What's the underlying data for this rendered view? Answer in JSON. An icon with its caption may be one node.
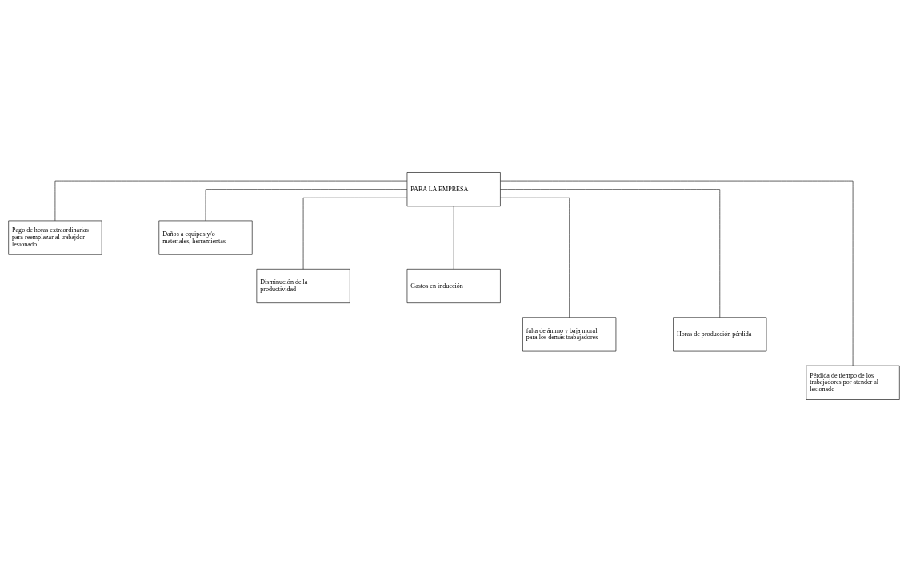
{
  "diagram": {
    "nodes": [
      {
        "text": [
          "PARA LA EMPRESA"
        ]
      },
      {
        "text": [
          "Pago de horas extraordinarias para reemplazar al trabajdor lesionado"
        ]
      },
      {
        "text": [
          "Daños a equipos y/o materiales, herramientas"
        ]
      },
      {
        "text": [
          "Disminución de la productividad"
        ]
      },
      {
        "text": [
          "Gastos en inducción"
        ]
      },
      {
        "text": [
          "falta de ánimo y baja moral para los demás trabajadores"
        ]
      },
      {
        "text": [
          "Horas de producción pérdida"
        ]
      },
      {
        "text": [
          "Pérdida de tiempo de los trabajadores por atender al lesionado"
        ]
      }
    ],
    "edges": [
      {
        "from": 0,
        "to": 1,
        "arrow": "none"
      },
      {
        "from": 0,
        "to": 2,
        "arrow": "none"
      },
      {
        "from": 0,
        "to": 3,
        "arrow": "none"
      },
      {
        "from": 0,
        "to": 4,
        "arrow": "none"
      },
      {
        "from": 0,
        "to": 5,
        "arrow": "none"
      },
      {
        "from": 0,
        "to": 6,
        "arrow": "none"
      },
      {
        "from": 0,
        "to": 7,
        "arrow": "none"
      }
    ]
  }
}
